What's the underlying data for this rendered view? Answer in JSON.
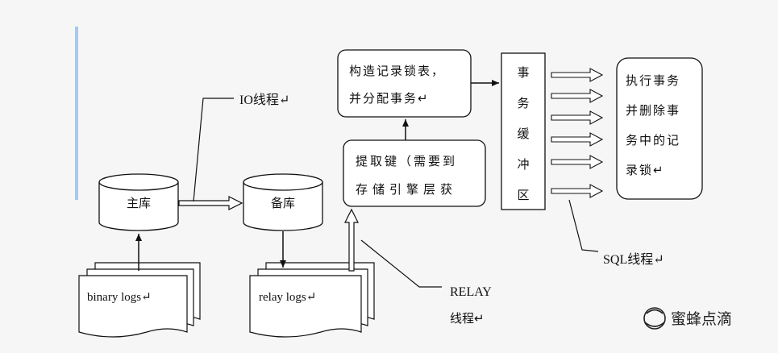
{
  "diagram": {
    "master_db": "主库",
    "slave_db": "备库",
    "binary_logs": "binary logs↵",
    "relay_logs": "relay logs↵",
    "io_thread": "IO线程↵",
    "relay_thread_line1": "RELAY",
    "relay_thread_line2": "线程↵",
    "extract_key_line1": "提取键（需要到",
    "extract_key_line2": "存储引擎层获",
    "build_lock_line1": "构造记录锁表，",
    "build_lock_line2": "并分配事务↵",
    "buffer_chars": [
      "事",
      "务",
      "缓",
      "冲",
      "区"
    ],
    "execute_lines": [
      "执行事务",
      "并删除事",
      "务中的记",
      "录锁↵"
    ],
    "sql_thread": "SQL线程↵"
  },
  "watermark": {
    "text": "蜜蜂点滴"
  },
  "colors": {
    "accent_bar": "#a9c8ea",
    "line": "#111111",
    "box_fill": "#ffffff"
  }
}
